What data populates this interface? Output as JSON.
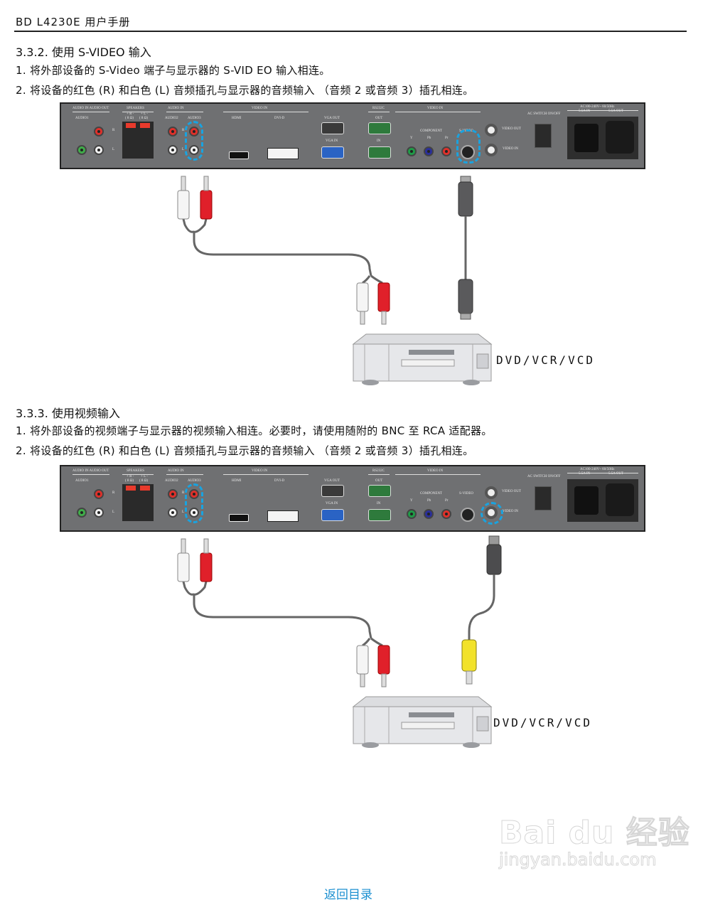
{
  "header": {
    "title": "BD L4230E 用户手册"
  },
  "sections": [
    {
      "title": "3.3.2.   使用 S-VIDEO 输入",
      "steps": [
        "1. 将外部设备的 S-Video 端子与显示器的 S-VID EO  输入相连。",
        "2. 将设备的红色 (R) 和白色 (L) 音频插孔与显示器的音频输入 （音频 2 或音频 3）插孔相连。"
      ],
      "highlighted_ports": [
        "AUDIO3",
        "S-VIDEO"
      ],
      "device_label": "DVD/VCR/VCD",
      "cables": [
        "audio-rca-red-white",
        "s-video"
      ]
    },
    {
      "title": "3.3.3.   使用视频输入",
      "steps": [
        "1. 将外部设备的视频端子与显示器的视频输入相连。必要时，请使用随附的 BNC  至 RCA  适配器。",
        "2. 将设备的红色 (R) 和白色 (L) 音频插孔与显示器的音频输入 （音频 2 或音频 3）插孔相连。"
      ],
      "highlighted_ports": [
        "AUDIO3",
        "VIDEO IN"
      ],
      "device_label": "DVD/VCR/VCD",
      "cables": [
        "audio-rca-red-white",
        "bnc-to-rca-yellow"
      ]
    }
  ],
  "panel": {
    "labels": {
      "audio_in_out": "AUDIO IN  AUDIO OUT",
      "audio1": "AUDIO1",
      "speakers": "SPEAKERS",
      "spk_r": "+ R -",
      "spk_l": "+ L -",
      "ohm": "( 8 Ω)",
      "audio_in": "AUDIO IN",
      "audio2": "AUDIO2",
      "audio3": "AUDIO3",
      "r": "R",
      "l": "L",
      "video_in": "VIDEO IN",
      "hdmi": "HDMI",
      "dvid": "DVI-D",
      "vga_out": "VGA OUT",
      "vga_in": "VGA IN",
      "rs232c": "RS232C",
      "out": "OUT",
      "in": "IN",
      "video_in2": "VIDEO IN",
      "component": "COMPONENT",
      "y": "Y",
      "pb": "Pb",
      "pr": "Pr",
      "svideo": "S-VIDEO",
      "video_out": "VIDEO OUT",
      "video_in_bnc": "VIDEO IN",
      "ac_switch": "AC SWITCH ON/OFF",
      "ac_rating": "AC100-240V~ 60/50Hz",
      "in_rating": "5.5A IN",
      "out_rating": "5.5A OUT"
    }
  },
  "footer": {
    "back_link": "返回目录"
  },
  "watermark": {
    "brand": "Bai du 经验",
    "url": "jingyan.baidu.com"
  },
  "colors": {
    "highlight": "#19a3e0",
    "panel": "#6f7072",
    "link": "#1b8fd0"
  }
}
